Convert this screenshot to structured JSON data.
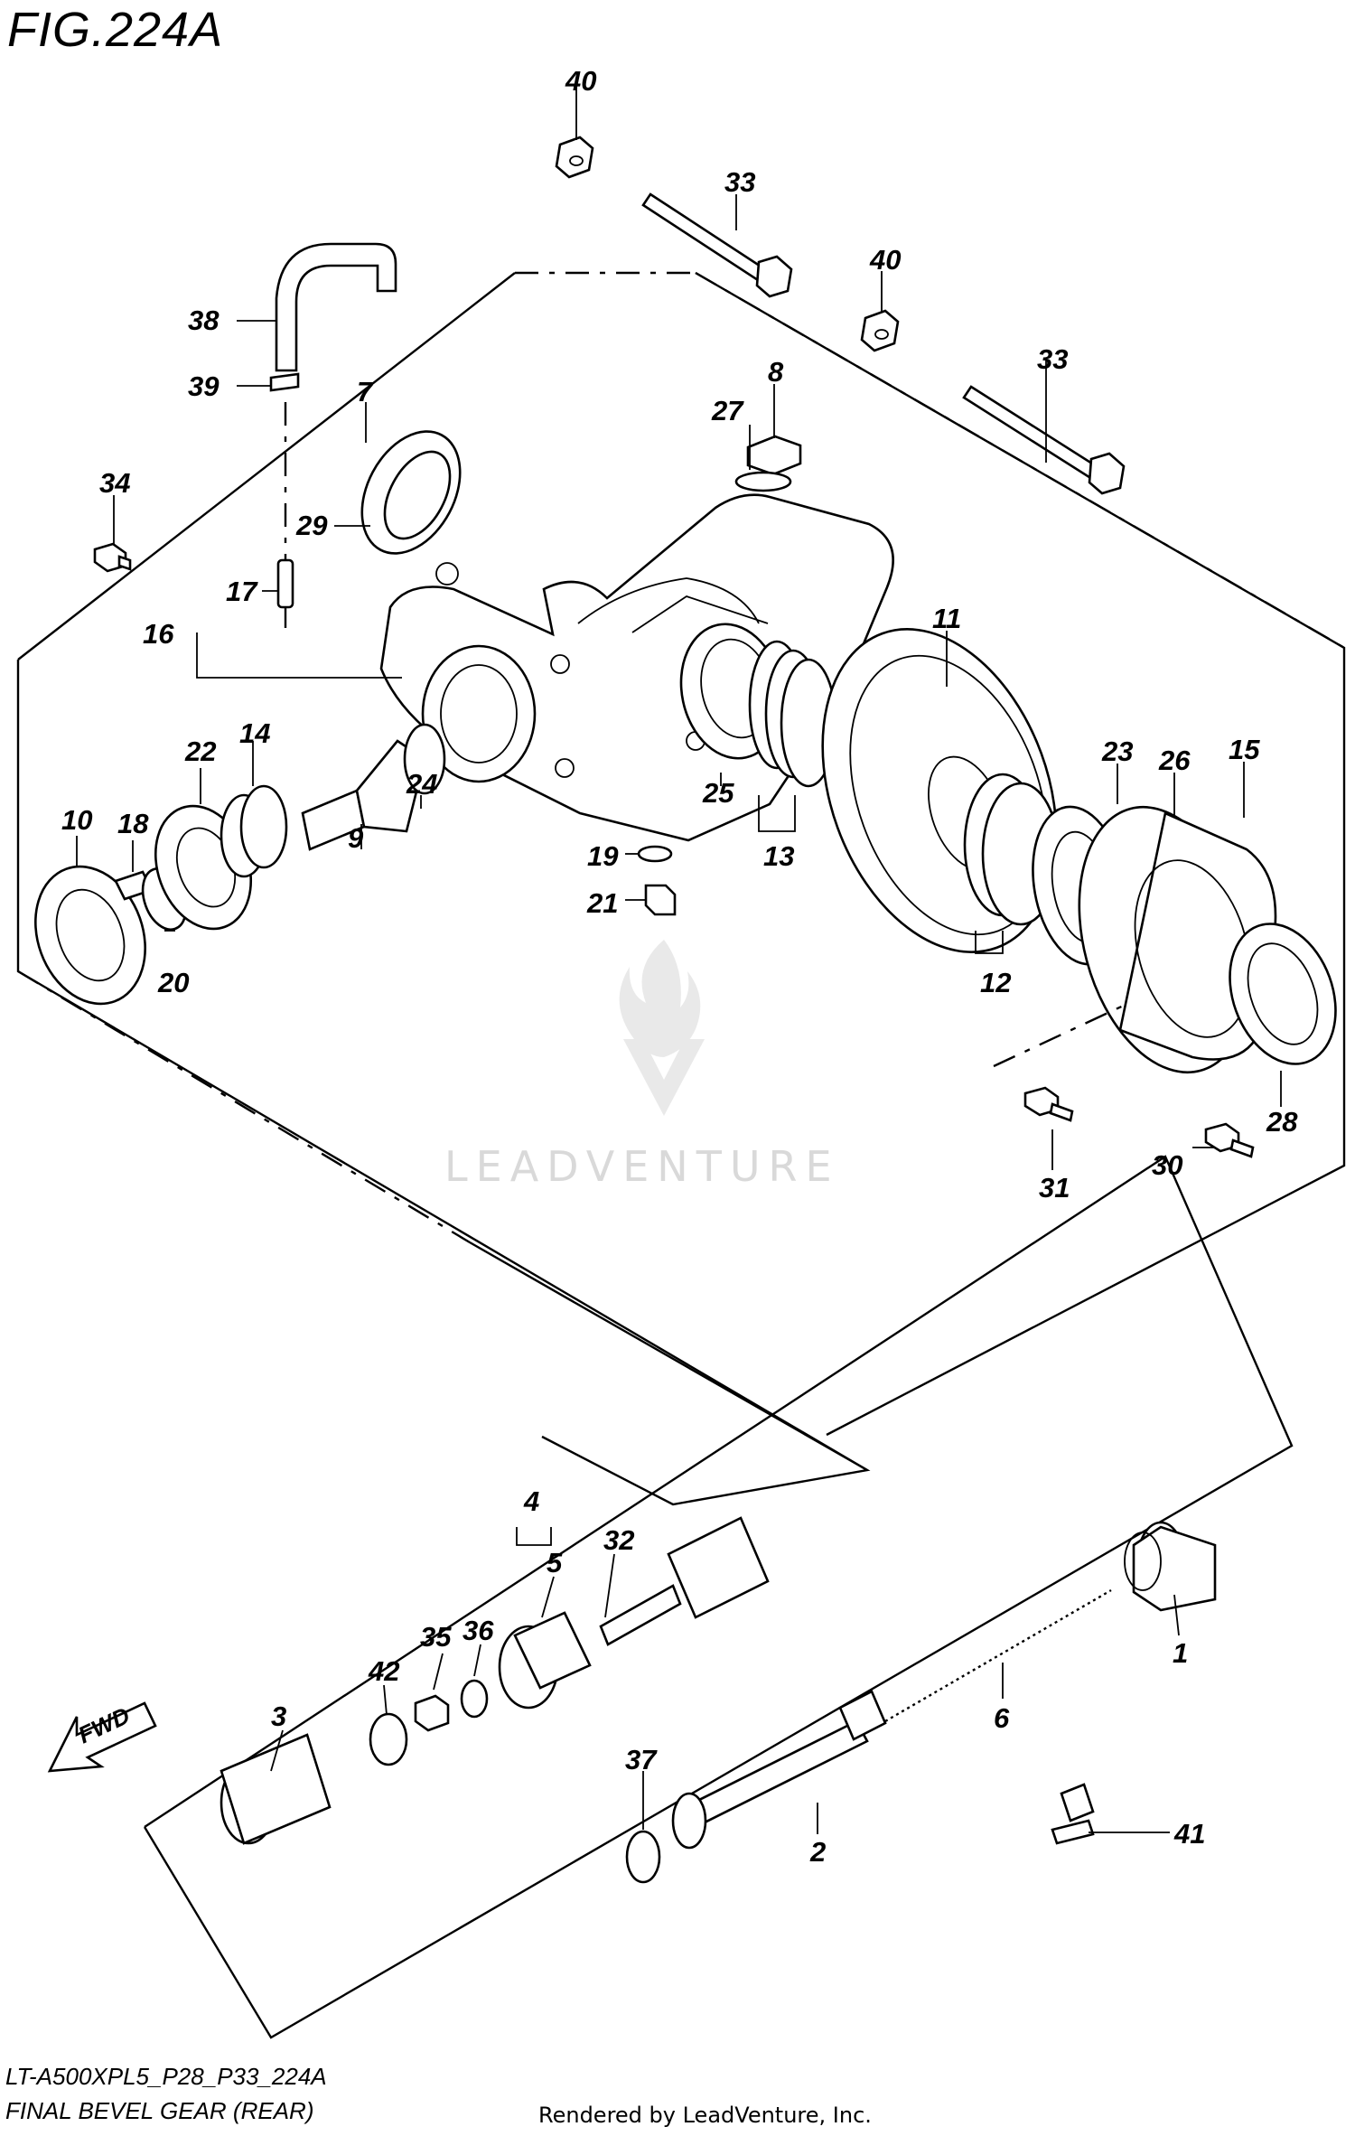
{
  "figure": {
    "title": "FIG.224A",
    "model_code": "LT-A500XPL5_P28_P33_224A",
    "subtitle": "FINAL BEVEL GEAR (REAR)",
    "credit": "Rendered by LeadVenture, Inc.",
    "watermark": "LEADVENTURE"
  },
  "callouts": [
    "40",
    "33",
    "40",
    "33",
    "8",
    "27",
    "38",
    "39",
    "7",
    "34",
    "29",
    "17",
    "16",
    "11",
    "22",
    "14",
    "10",
    "18",
    "9",
    "24",
    "25",
    "13",
    "19",
    "21",
    "20",
    "23",
    "26",
    "15",
    "12",
    "31",
    "30",
    "28",
    "4",
    "32",
    "5",
    "35",
    "36",
    "42",
    "3",
    "1",
    "6",
    "37",
    "2",
    "41"
  ],
  "fwd_label": "FWD",
  "icons": [
    "fwd-arrow-icon",
    "leadventure-logo-icon"
  ],
  "colors": {
    "line": "#000000",
    "watermark": "#d9d9d9"
  }
}
